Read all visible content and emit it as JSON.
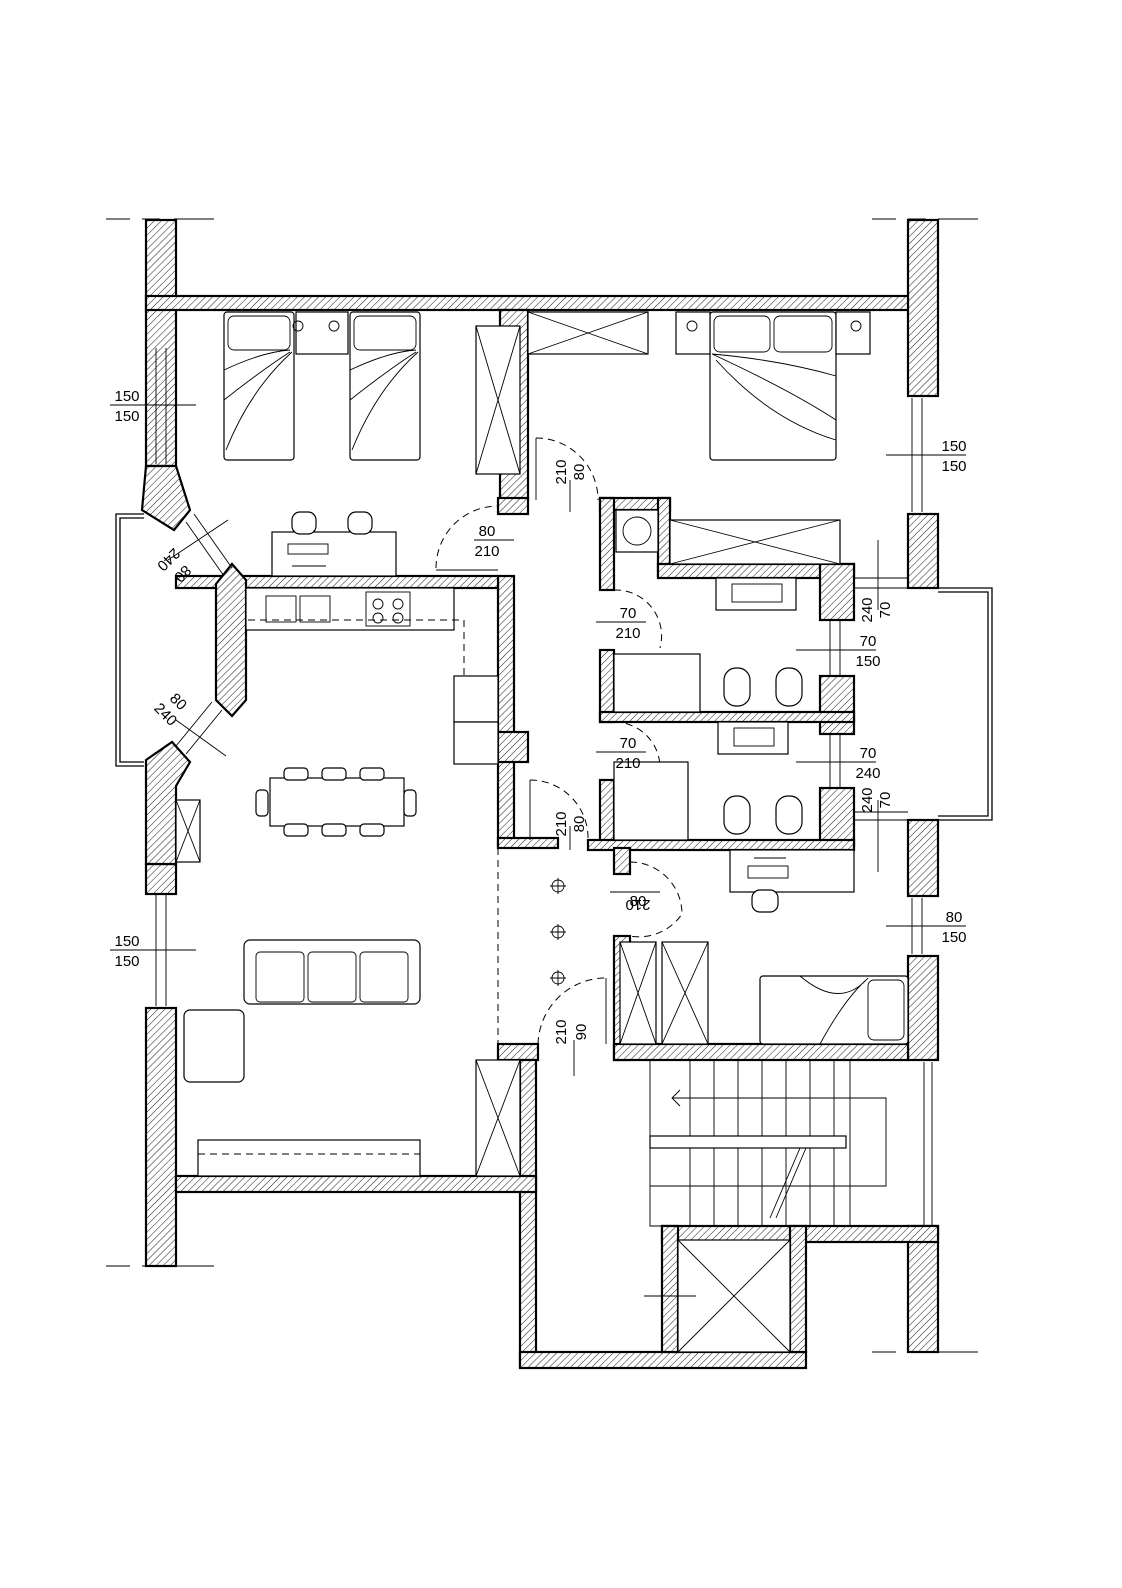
{
  "openings": [
    {
      "id": "win-bedroom1-west",
      "top": "150",
      "bottom": "150"
    },
    {
      "id": "win-bay-upper",
      "top": "80",
      "bottom": "240"
    },
    {
      "id": "win-bay-lower",
      "top": "80",
      "bottom": "240"
    },
    {
      "id": "win-living-west",
      "top": "150",
      "bottom": "150"
    },
    {
      "id": "door-bedroom1",
      "top": "80",
      "bottom": "210"
    },
    {
      "id": "door-master",
      "top": "80",
      "bottom": "210"
    },
    {
      "id": "win-master-east",
      "top": "150",
      "bottom": "150"
    },
    {
      "id": "door-bath1",
      "top": "70",
      "bottom": "210"
    },
    {
      "id": "door-bath2",
      "top": "70",
      "bottom": "210"
    },
    {
      "id": "door-kitchen-lower",
      "top": "80",
      "bottom": "210"
    },
    {
      "id": "door-balcony-upper",
      "top": "70",
      "bottom": "240"
    },
    {
      "id": "win-bath1",
      "top": "70",
      "bottom": "150"
    },
    {
      "id": "win-bath2",
      "top": "70",
      "bottom": "240"
    },
    {
      "id": "door-balcony-lower",
      "top": "70",
      "bottom": "240"
    },
    {
      "id": "door-bedroom3",
      "top": "80",
      "bottom": "210"
    },
    {
      "id": "win-bedroom3-east",
      "top": "80",
      "bottom": "150"
    },
    {
      "id": "door-entrance",
      "top": "90",
      "bottom": "210"
    }
  ]
}
